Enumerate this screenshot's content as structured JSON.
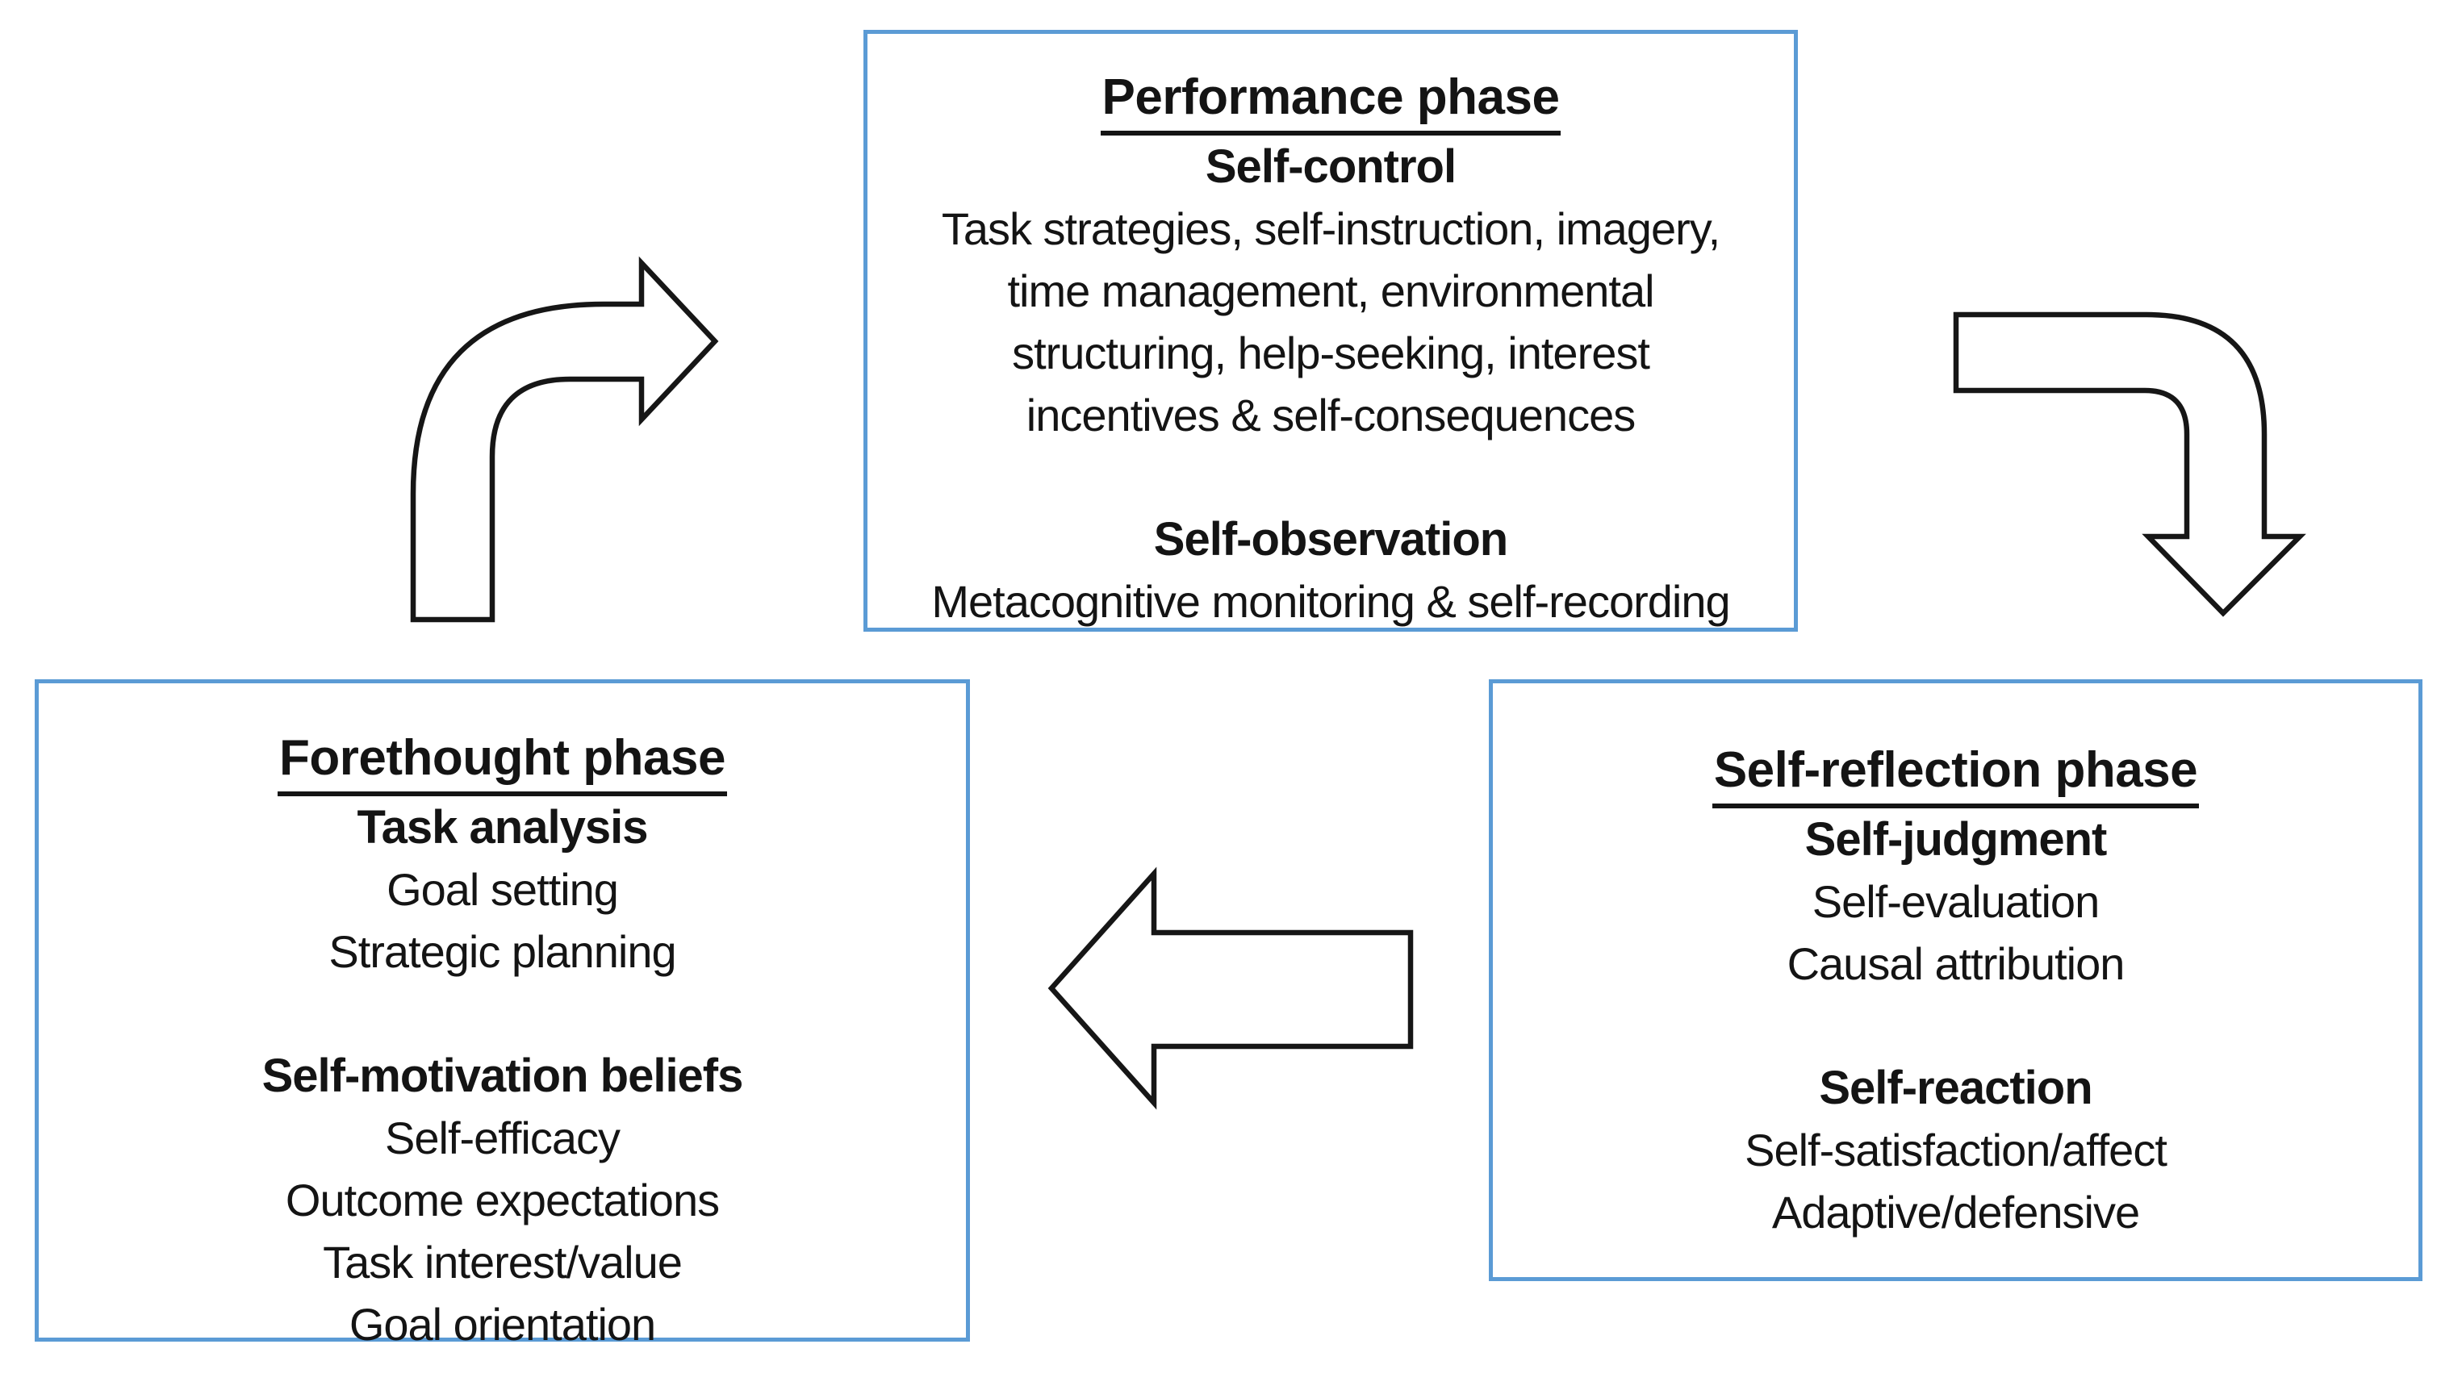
{
  "colors": {
    "background": "#ffffff",
    "box_border": "#5b9bd5",
    "arrow_outline": "#161616",
    "arrow_fill": "#ffffff",
    "text": "#141414"
  },
  "boxes": [
    {
      "id": "performance",
      "title": "Performance phase",
      "sections": [
        {
          "heading": "Self-control",
          "lines": [
            "Task strategies, self-instruction, imagery,",
            "time management, environmental",
            "structuring, help-seeking, interest",
            "incentives & self-consequences"
          ]
        },
        {
          "heading": "Self-observation",
          "lines": [
            "Metacognitive monitoring & self-recording"
          ]
        }
      ]
    },
    {
      "id": "forethought",
      "title": "Forethought phase",
      "sections": [
        {
          "heading": "Task analysis",
          "lines": [
            "Goal setting",
            "Strategic planning"
          ]
        },
        {
          "heading": "Self-motivation beliefs",
          "lines": [
            "Self-efficacy",
            "Outcome expectations",
            "Task interest/value",
            "Goal orientation"
          ]
        }
      ]
    },
    {
      "id": "self_reflection",
      "title": "Self-reflection phase",
      "sections": [
        {
          "heading": "Self-judgment",
          "lines": [
            "Self-evaluation",
            "Causal attribution"
          ]
        },
        {
          "heading": "Self-reaction",
          "lines": [
            "Self-satisfaction/affect",
            "Adaptive/defensive"
          ]
        }
      ]
    }
  ],
  "arrows": [
    {
      "name": "forethought-to-performance",
      "shape": "bent-up-right"
    },
    {
      "name": "performance-to-self-reflection",
      "shape": "bent-right-down"
    },
    {
      "name": "self-reflection-to-forethought",
      "shape": "straight-left"
    }
  ]
}
